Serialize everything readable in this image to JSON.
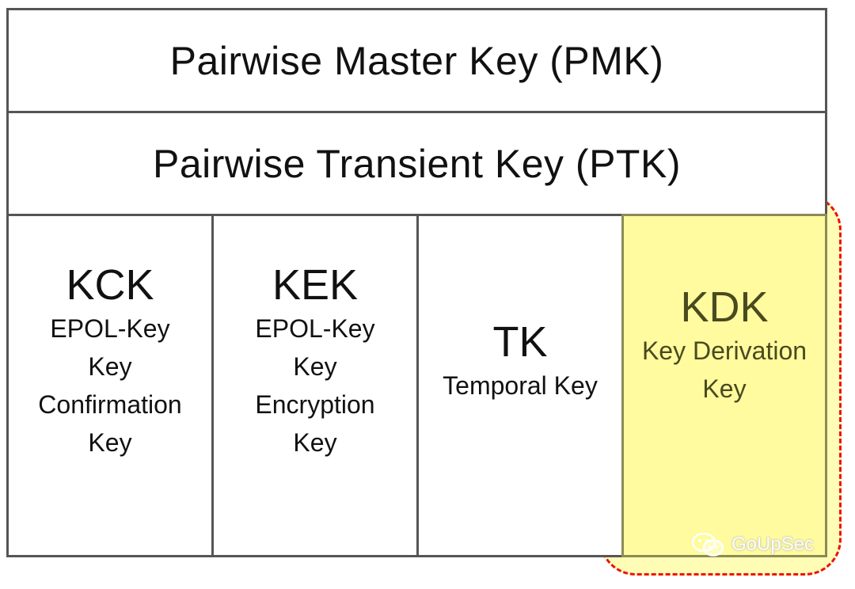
{
  "rows": {
    "pmk": "Pairwise Master Key (PMK)",
    "ptk": "Pairwise Transient Key (PTK)"
  },
  "cells": [
    {
      "abbr": "KCK",
      "desc": "EPOL-Key\nKey\nConfirmation\nKey"
    },
    {
      "abbr": "KEK",
      "desc": "EPOL-Key\nKey\nEncryption\nKey"
    },
    {
      "abbr": "TK",
      "desc": "Temporal Key"
    },
    {
      "abbr": "KDK",
      "desc": "Key Derivation\nKey"
    }
  ],
  "highlight": {
    "fill": "#fffb9e",
    "outline": "#ee1111"
  },
  "watermark": {
    "text": "GoUpSec",
    "icon": "wechat-icon"
  }
}
